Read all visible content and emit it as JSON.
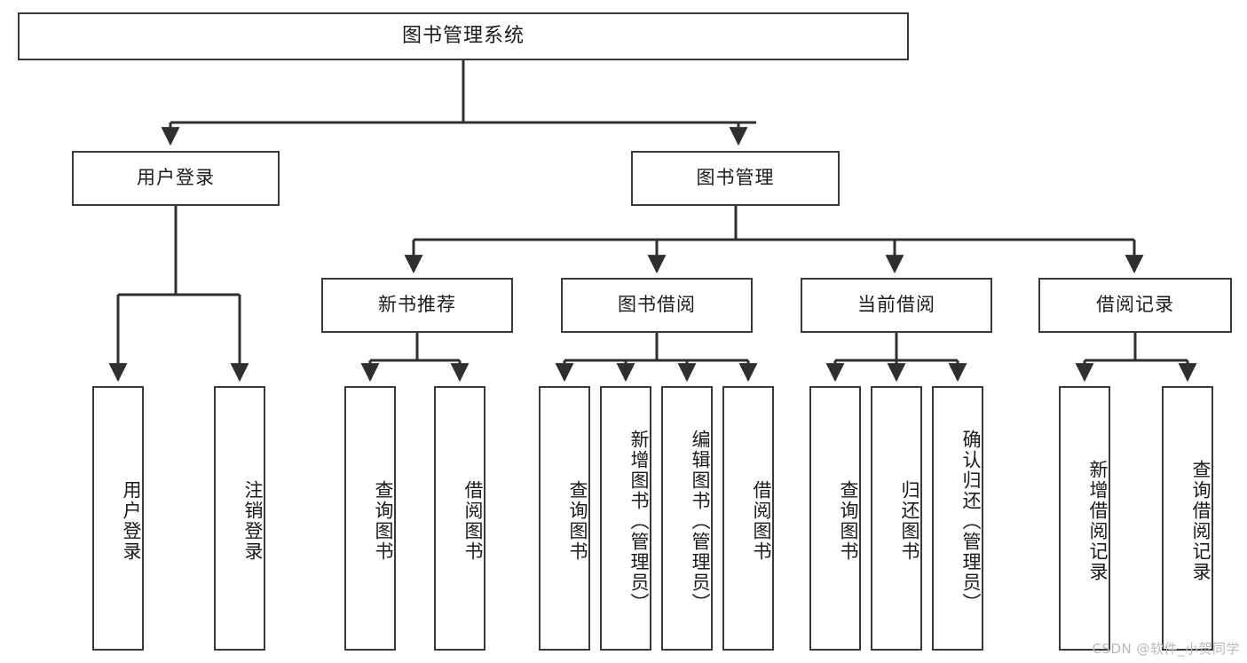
{
  "diagram": {
    "title": "图书管理系统",
    "type": "tree",
    "watermark": "CSDN @软件_小贺同学",
    "colors": {
      "node_border": "#3a3a3a",
      "node_fill": "#ffffff",
      "connector": "#2f2f2f",
      "text": "#1a1a1a",
      "watermark": "#b9b9b9"
    },
    "root": {
      "label": "图书管理系统"
    },
    "level2": [
      {
        "label": "用户登录"
      },
      {
        "label": "图书管理"
      }
    ],
    "level3": [
      {
        "label": "新书推荐"
      },
      {
        "label": "图书借阅"
      },
      {
        "label": "当前借阅"
      },
      {
        "label": "借阅记录"
      }
    ],
    "leaves": {
      "user_login": [
        {
          "label": "用户登录"
        },
        {
          "label": "注销登录"
        }
      ],
      "new_book_recommend": [
        {
          "label": "查询图书"
        },
        {
          "label": "借阅图书"
        }
      ],
      "book_borrow": [
        {
          "label": "查询图书"
        },
        {
          "label": "新增图书（管理员）"
        },
        {
          "label": "编辑图书（管理员）"
        },
        {
          "label": "借阅图书"
        }
      ],
      "current_borrow": [
        {
          "label": "查询图书"
        },
        {
          "label": "归还图书"
        },
        {
          "label": "确认归还（管理员）"
        }
      ],
      "borrow_record": [
        {
          "label": "新增借阅记录"
        },
        {
          "label": "查询借阅记录"
        }
      ]
    }
  }
}
